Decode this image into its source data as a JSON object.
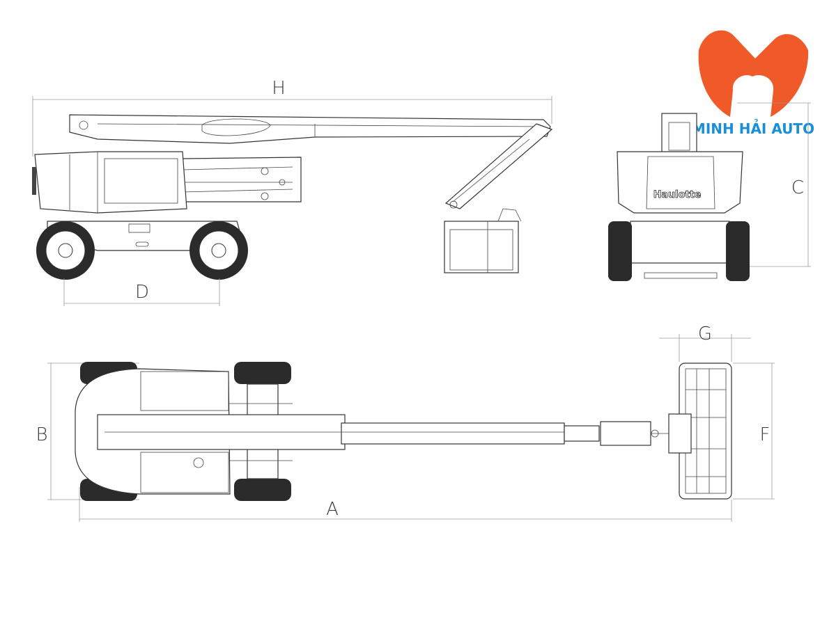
{
  "brand": {
    "name": "MINH HẢI AUTO",
    "colors": {
      "logo": "#f05a28",
      "text": "#1a8fd8"
    }
  },
  "machine_label": "Haulotte",
  "dimension_labels": {
    "overall_height": "H",
    "wheelbase": "D",
    "stowed_height": "C",
    "overall_length": "A",
    "overall_width": "B",
    "platform_length": "G",
    "platform_width": "F"
  }
}
